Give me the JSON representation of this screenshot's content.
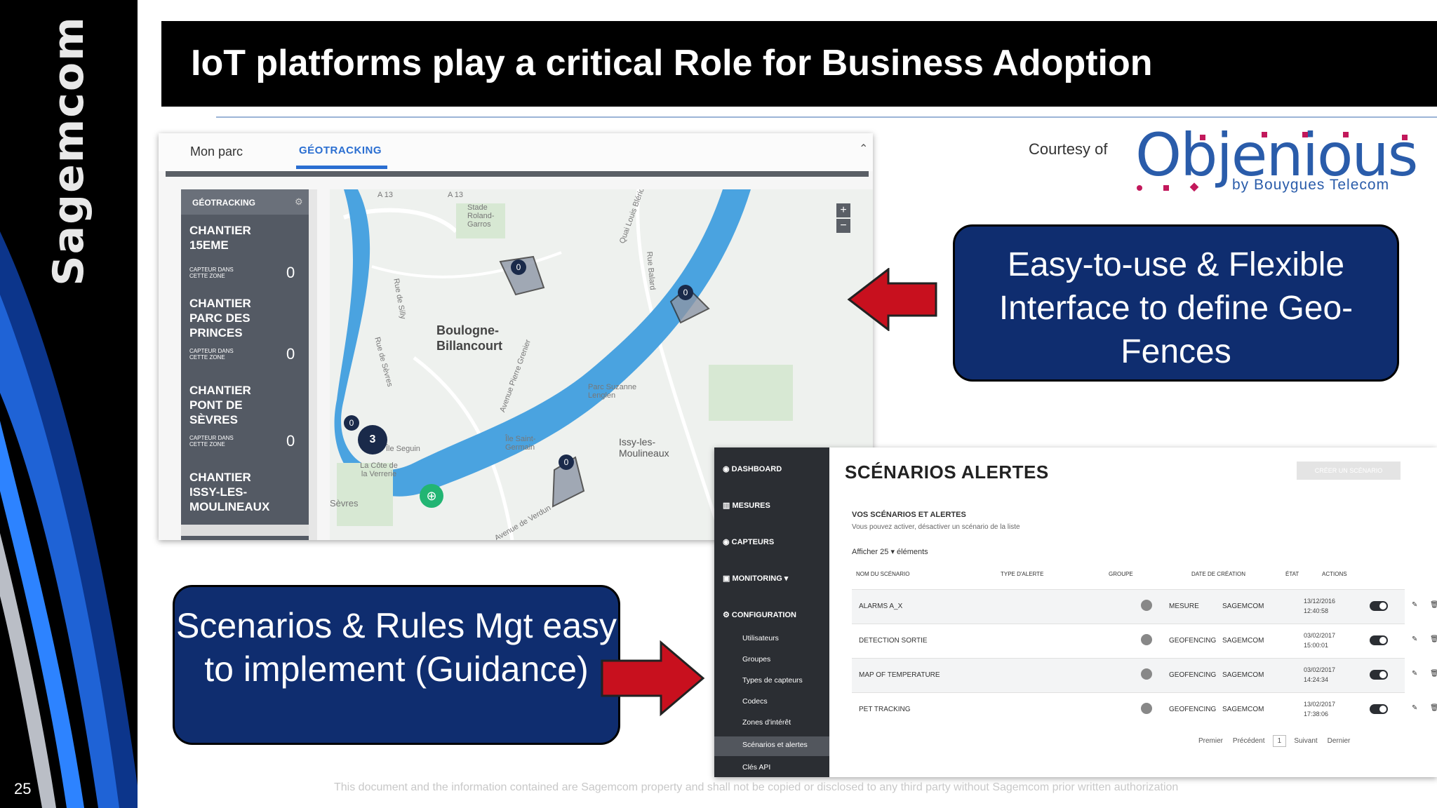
{
  "brand": "Sagemcom",
  "page_number": "25",
  "title": "IoT platforms play a critical Role for Business Adoption",
  "courtesy": "Courtesy of",
  "logo": {
    "name": "Objenious",
    "subtitle": "by Bouygues Telecom"
  },
  "callouts": {
    "geofence": "Easy-to-use & Flexible Interface to define Geo-Fences",
    "scenarios": "Scenarios & Rules Mgt easy to implement (Guidance)"
  },
  "geotracking": {
    "tabs": [
      "Mon parc",
      "GÉOTRACKING"
    ],
    "panel_title": "GÉOTRACKING",
    "zones": [
      {
        "name": "Chantier 15eme",
        "caption": "CAPTEUR DANS CETTE ZONE",
        "count": "0"
      },
      {
        "name": "Chantier Parc des Princes",
        "caption": "CAPTEUR DANS CETTE ZONE",
        "count": "0"
      },
      {
        "name": "Chantier Pont de Sèvres",
        "caption": "CAPTEUR DANS CETTE ZONE",
        "count": "0"
      },
      {
        "name": "Chantier Issy-les-Moulineaux",
        "caption": "",
        "count": ""
      }
    ],
    "map": {
      "city": "Boulogne-Billancourt",
      "labels": [
        "A 13",
        "A 13",
        "Stade Roland-Garros",
        "Rue de Silly",
        "Rue de Sèvres",
        "Île Seguin",
        "La Côte de la Verrerie",
        "Avenue Pierre Grenier",
        "Île Saint-Germain",
        "Parc Suzanne Lenglen",
        "Issy-les-Moulineaux",
        "Rue Balard",
        "Quai Louis Blériot",
        "Avenue de Verdun",
        "Sèvres"
      ],
      "markers": [
        "0",
        "0",
        "0",
        "3",
        "0"
      ],
      "zoom_in": "+",
      "zoom_out": "−"
    }
  },
  "scenarios": {
    "nav": [
      "DASHBOARD",
      "MESURES",
      "CAPTEURS",
      "MONITORING",
      "CONFIGURATION"
    ],
    "subnav": [
      "Utilisateurs",
      "Groupes",
      "Types de capteurs",
      "Codecs",
      "Zones d'intérêt",
      "Scénarios et alertes",
      "Clés API"
    ],
    "title": "SCÉNARIOS ALERTES",
    "create_button": "CRÉER UN SCÉNARIO",
    "subtitle": "VOS SCÉNARIOS ET ALERTES",
    "description": "Vous pouvez activer, désactiver un scénario de la liste",
    "show": "Afficher  25  ▾  éléments",
    "columns": [
      "NOM DU SCÉNARIO",
      "TYPE D'ALERTE",
      "GROUPE",
      "DATE DE CRÉATION",
      "ÉTAT",
      "ACTIONS"
    ],
    "rows": [
      {
        "name": "ALARMS A_X",
        "type": "MESURE",
        "group": "SAGEMCOM",
        "date": "13/12/2016",
        "time": "12:40:58"
      },
      {
        "name": "DETECTION SORTIE",
        "type": "GEOFENCING",
        "group": "SAGEMCOM",
        "date": "03/02/2017",
        "time": "15:00:01"
      },
      {
        "name": "MAP OF TEMPERATURE",
        "type": "GEOFENCING",
        "group": "SAGEMCOM",
        "date": "03/02/2017",
        "time": "14:24:34"
      },
      {
        "name": "PET TRACKING",
        "type": "GEOFENCING",
        "group": "SAGEMCOM",
        "date": "13/02/2017",
        "time": "17:38:06"
      }
    ],
    "pager": [
      "Premier",
      "Précédent",
      "1",
      "Suivant",
      "Dernier"
    ]
  },
  "footer": "This document and the information contained are Sagemcom property and shall not be copied or disclosed to any third party without Sagemcom prior written authorization",
  "colors": {
    "navy": "#0f2d6f",
    "accent_blue": "#2a6ed1",
    "arrow_red": "#c8101e"
  }
}
